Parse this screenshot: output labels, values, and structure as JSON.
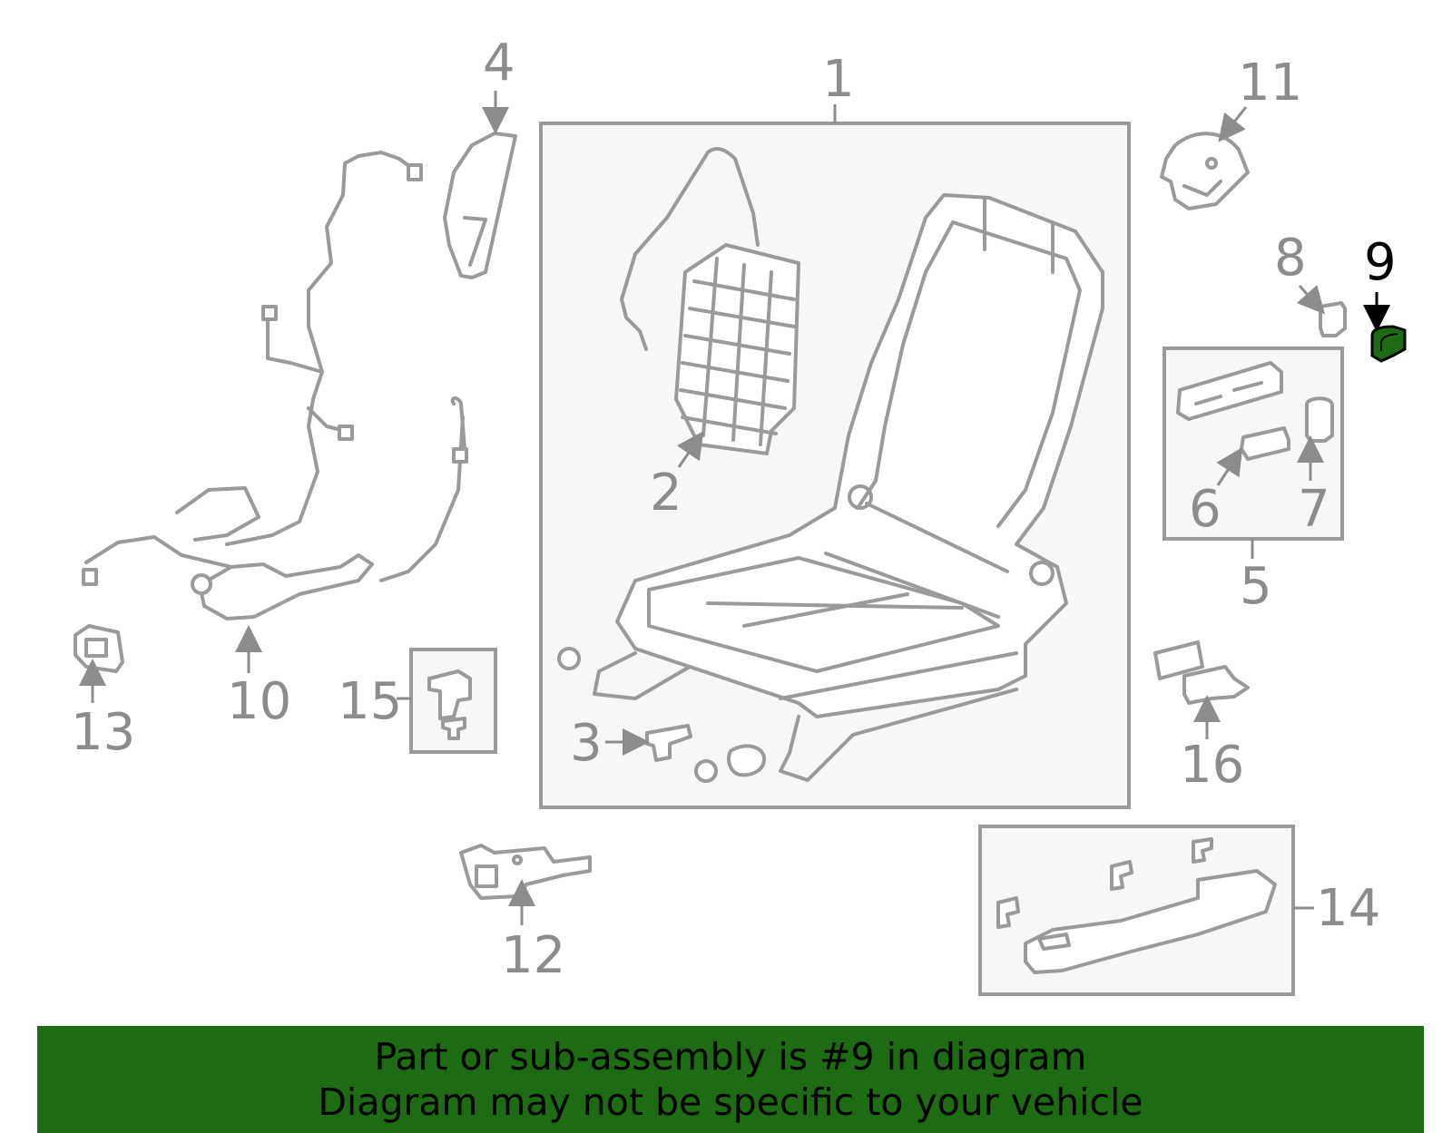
{
  "colors": {
    "accent": "#1d6b12",
    "part_stroke": "#9a9a9a",
    "label": "#8c8c8c",
    "selected_label": "#000000"
  },
  "selected_part": "9",
  "callouts": {
    "p1": "1",
    "p2": "2",
    "p3": "3",
    "p4": "4",
    "p5": "5",
    "p6": "6",
    "p7": "7",
    "p8": "8",
    "p9": "9",
    "p10": "10",
    "p11": "11",
    "p12": "12",
    "p13": "13",
    "p14": "14",
    "p15": "15",
    "p16": "16"
  },
  "banner": {
    "line1": "Part or sub-assembly is #9 in diagram",
    "line2": "Diagram may not be specific to your vehicle"
  }
}
